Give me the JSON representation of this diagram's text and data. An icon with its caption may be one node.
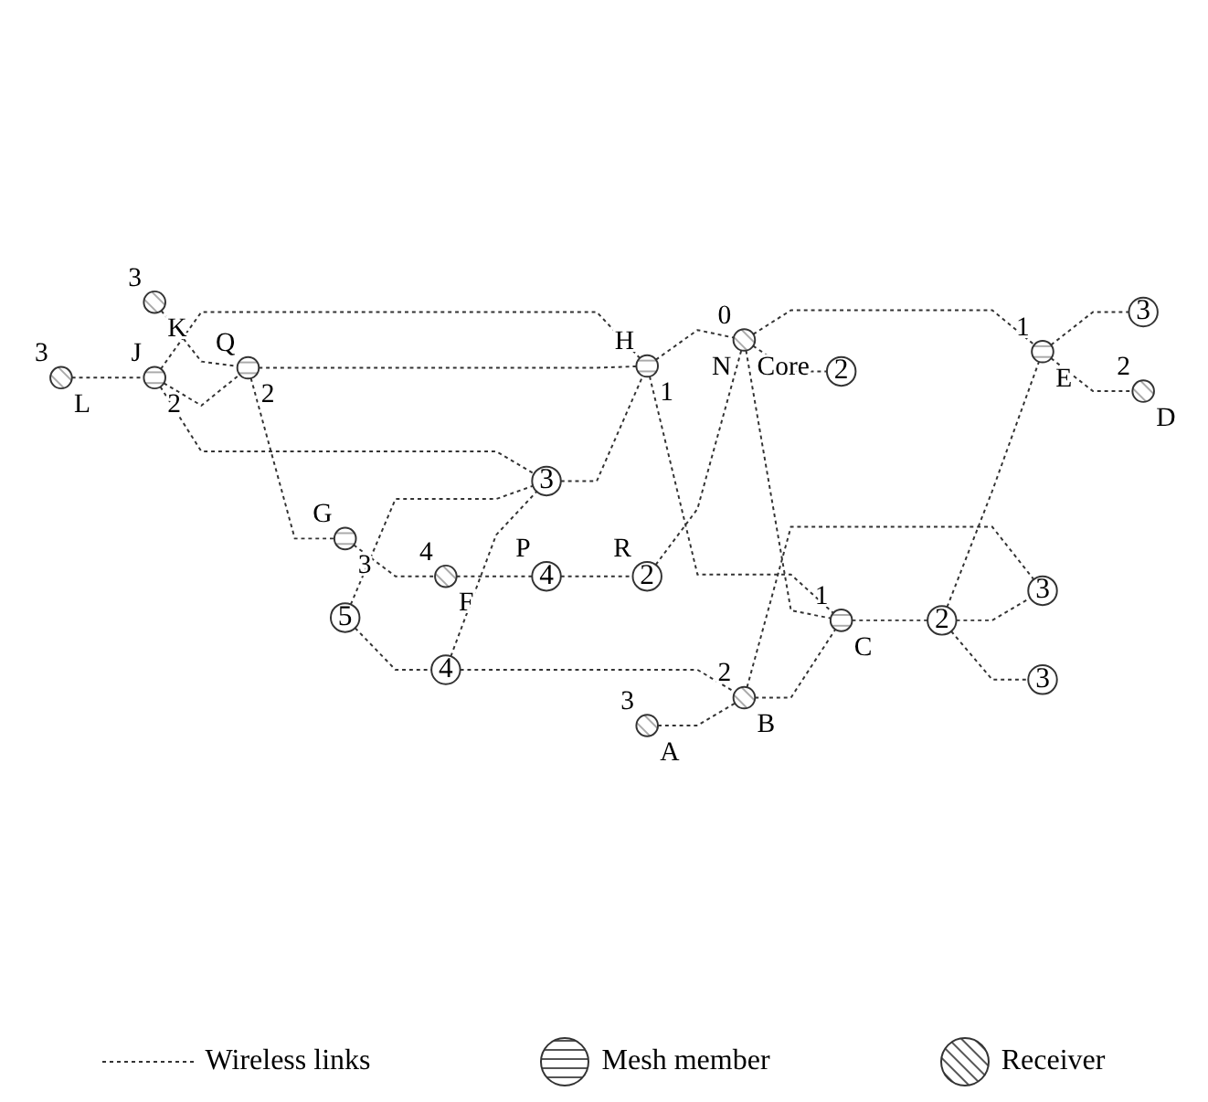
{
  "diagram": {
    "nodes": [
      {
        "text": [],
        "shape": "circle",
        "beside": [
          "3",
          "K"
        ]
      },
      {
        "text": [],
        "shape": "circle",
        "beside": [
          "3",
          "L"
        ]
      },
      {
        "text": [],
        "shape": "circle",
        "beside": [
          "G",
          "3"
        ]
      },
      {
        "text": [],
        "shape": "circle",
        "beside": [
          "4",
          "F"
        ]
      },
      {
        "text": [],
        "shape": "circle",
        "beside": [
          "J",
          "2"
        ]
      },
      {
        "text": [],
        "shape": "circle",
        "beside": [
          "Q",
          "2"
        ]
      },
      {
        "text": [
          "5"
        ]
      },
      {
        "text": [
          "3"
        ]
      },
      {
        "text": [],
        "shape": "circle",
        "beside": [
          "H",
          "1"
        ]
      },
      {
        "text": [
          "4"
        ],
        "beside": [
          "P"
        ]
      },
      {
        "text": [
          "2"
        ],
        "beside": [
          "R"
        ]
      },
      {
        "text": [
          "4"
        ]
      },
      {
        "text": [],
        "shape": "circle",
        "beside": [
          "0",
          "Core",
          "N"
        ]
      },
      {
        "text": [],
        "shape": "circle",
        "beside": [
          "1",
          "C"
        ]
      },
      {
        "text": [
          "2"
        ]
      },
      {
        "text": [],
        "shape": "circle",
        "beside": [
          "2",
          "B"
        ]
      },
      {
        "text": [],
        "shape": "circle",
        "beside": [
          "3",
          "A"
        ]
      },
      {
        "text": [],
        "shape": "circle",
        "beside": [
          "1",
          "E"
        ]
      },
      {
        "text": [
          "2"
        ]
      },
      {
        "text": [
          "3"
        ]
      },
      {
        "text": [
          "3"
        ]
      },
      {
        "text": [],
        "shape": "circle",
        "beside": [
          "2",
          "D"
        ]
      },
      {
        "text": [
          "3"
        ]
      }
    ],
    "edges": [
      {
        "from": 1,
        "to": 4,
        "arrow": "none"
      },
      {
        "from": 0,
        "to": 5,
        "arrow": "none"
      },
      {
        "from": 4,
        "to": 5,
        "arrow": "none"
      },
      {
        "from": 5,
        "to": 2,
        "arrow": "none"
      },
      {
        "from": 2,
        "to": 3,
        "arrow": "none"
      },
      {
        "from": 3,
        "to": 9,
        "arrow": "none"
      },
      {
        "from": 4,
        "to": 7,
        "arrow": "none"
      },
      {
        "from": 4,
        "to": 8,
        "arrow": "none"
      },
      {
        "from": 5,
        "to": 8,
        "arrow": "none"
      },
      {
        "from": 6,
        "to": 7,
        "arrow": "none"
      },
      {
        "from": 6,
        "to": 11,
        "arrow": "none"
      },
      {
        "from": 11,
        "to": 7,
        "arrow": "none"
      },
      {
        "from": 7,
        "to": 8,
        "arrow": "none"
      },
      {
        "from": 11,
        "to": 15,
        "arrow": "none"
      },
      {
        "from": 8,
        "to": 12,
        "arrow": "none"
      },
      {
        "from": 8,
        "to": 13,
        "arrow": "none"
      },
      {
        "from": 9,
        "to": 10,
        "arrow": "none"
      },
      {
        "from": 10,
        "to": 12,
        "arrow": "none"
      },
      {
        "from": 12,
        "to": 13,
        "arrow": "none"
      },
      {
        "from": 12,
        "to": 14,
        "arrow": "none"
      },
      {
        "from": 12,
        "to": 17,
        "arrow": "none"
      },
      {
        "from": 16,
        "to": 15,
        "arrow": "none"
      },
      {
        "from": 15,
        "to": 13,
        "arrow": "none"
      },
      {
        "from": 15,
        "to": 19,
        "arrow": "none"
      },
      {
        "from": 13,
        "to": 18,
        "arrow": "none"
      },
      {
        "from": 18,
        "to": 19,
        "arrow": "none"
      },
      {
        "from": 18,
        "to": 17,
        "arrow": "none"
      },
      {
        "from": 18,
        "to": 22,
        "arrow": "none"
      },
      {
        "from": 17,
        "to": 20,
        "arrow": "none"
      },
      {
        "from": 17,
        "to": 21,
        "arrow": "none"
      }
    ],
    "legend": [
      {
        "text": "Wireless links"
      },
      {
        "text": "Mesh member"
      },
      {
        "text": "Receiver"
      }
    ]
  }
}
